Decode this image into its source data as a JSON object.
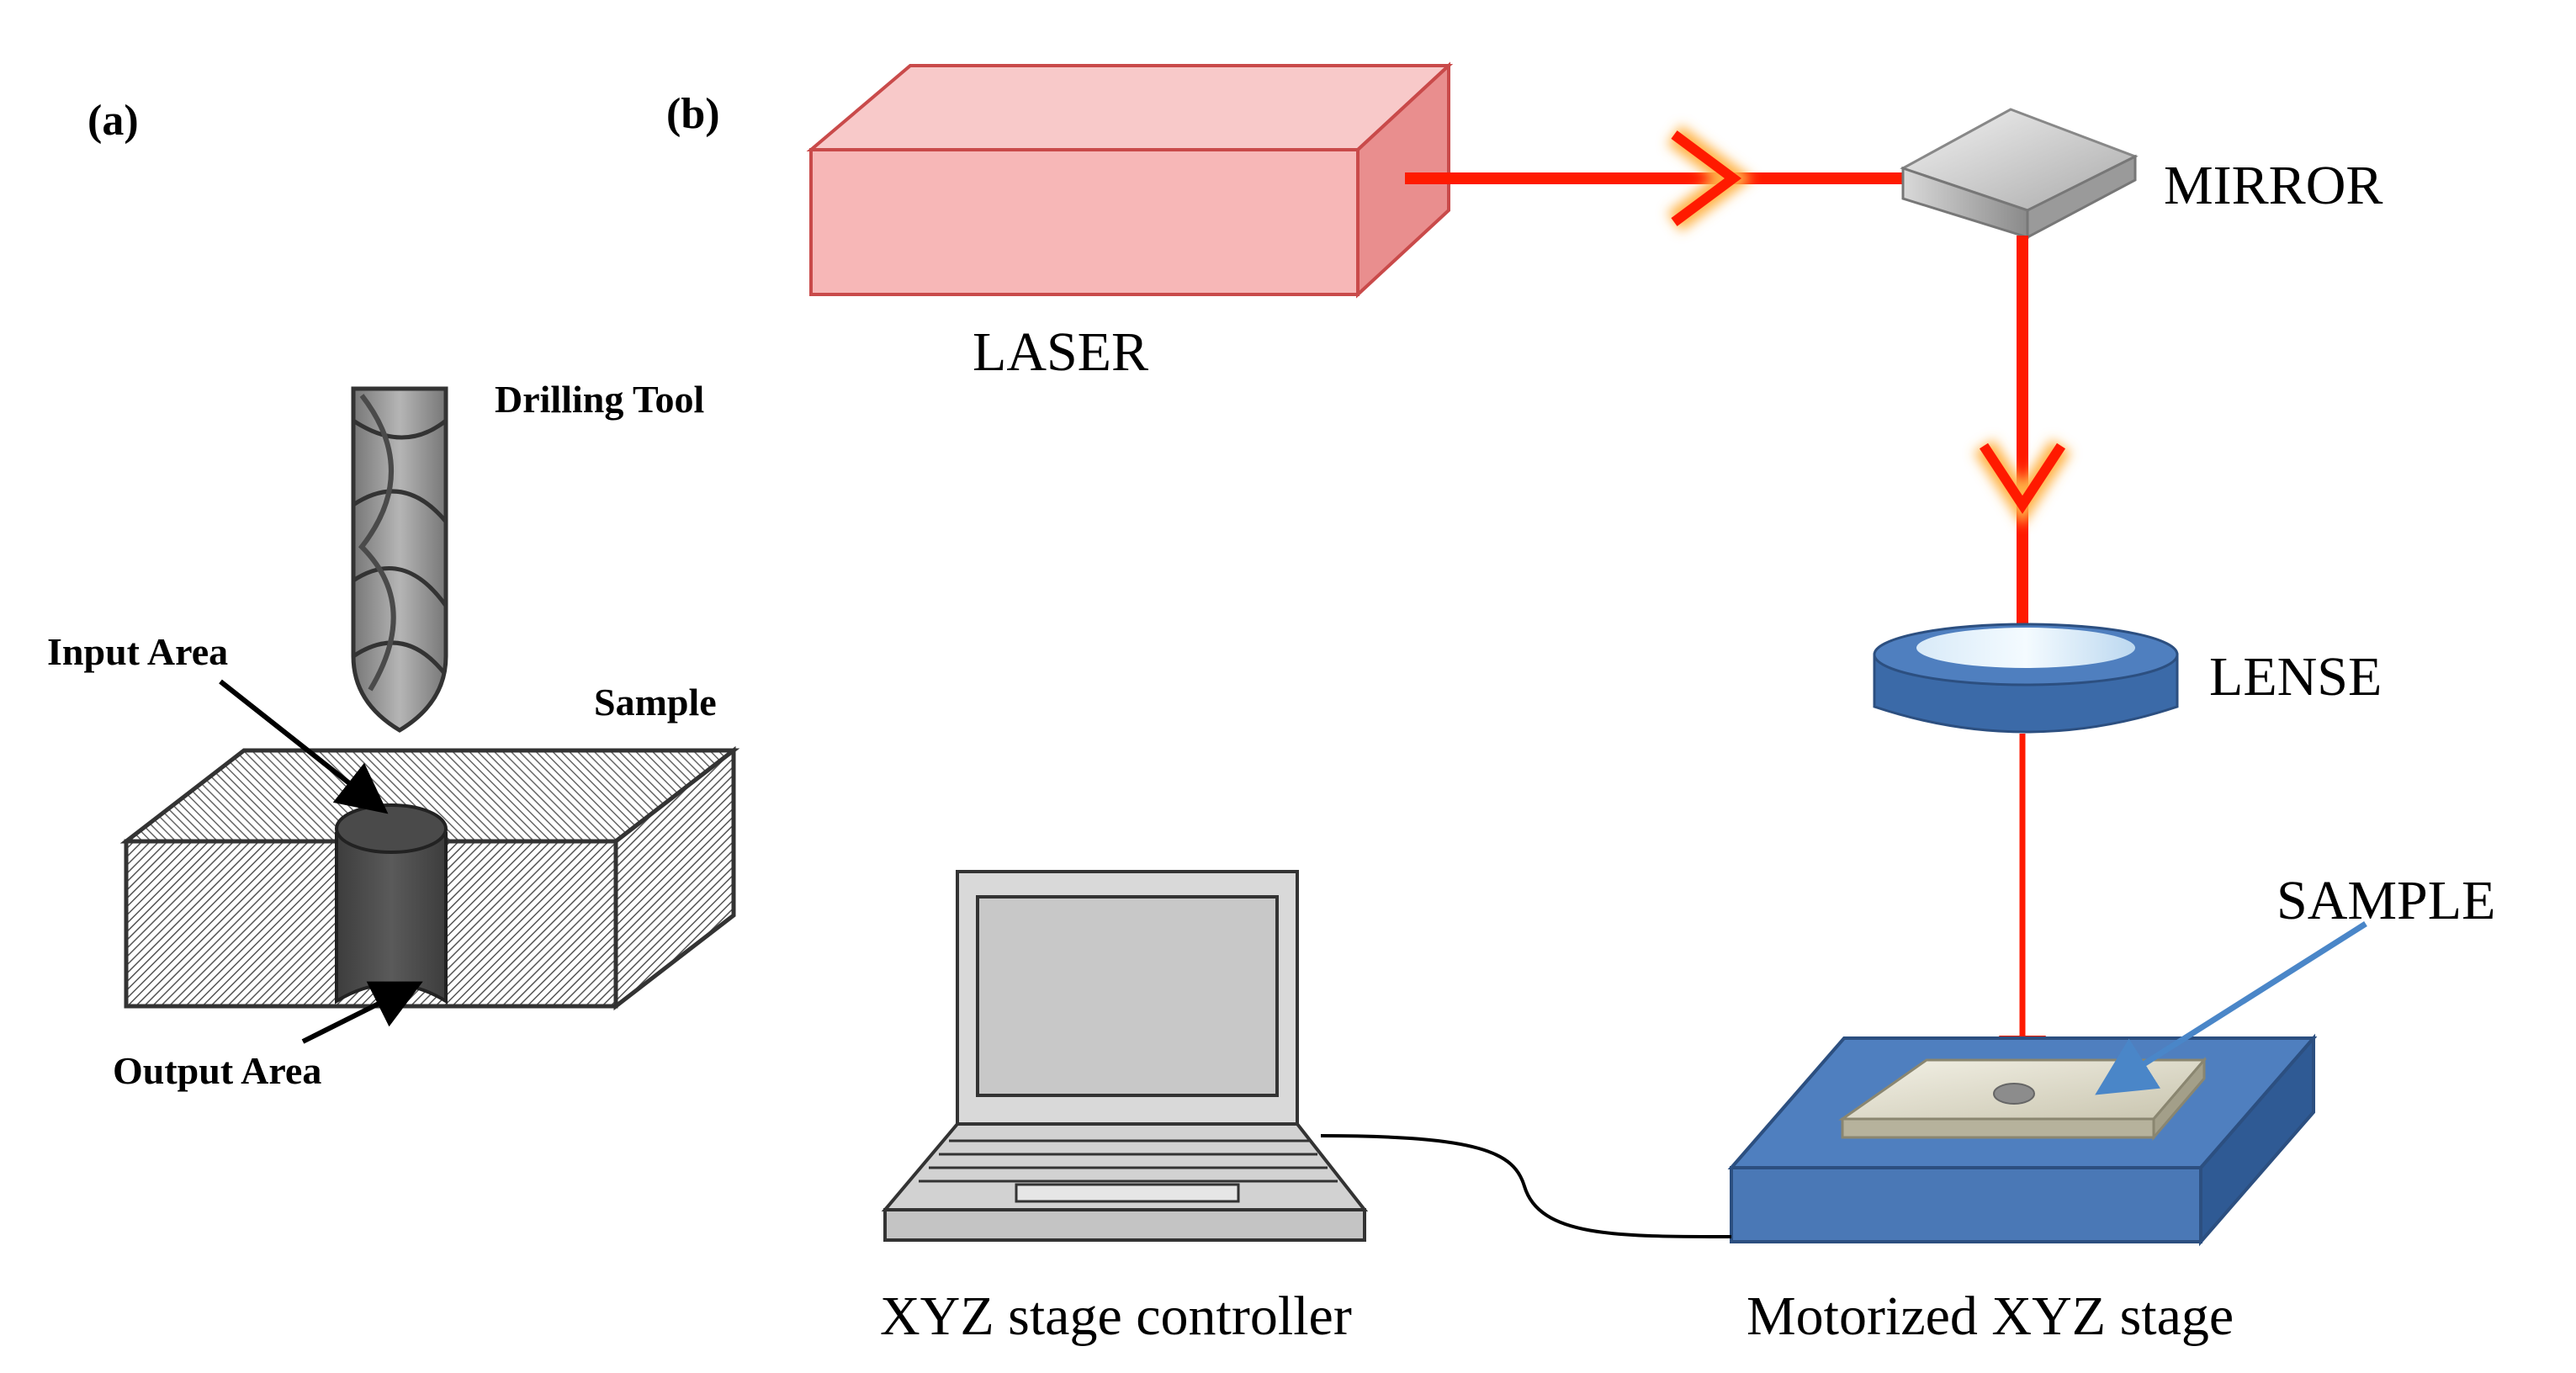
{
  "panel_a": {
    "label": "(a)",
    "drilling_tool": "Drilling Tool",
    "input_area": "Input Area",
    "sample": "Sample",
    "output_area": "Output Area"
  },
  "panel_b": {
    "label": "(b)",
    "laser": "LASER",
    "mirror": "MIRROR",
    "lense": "LENSE",
    "sample": "SAMPLE",
    "controller": "XYZ stage controller",
    "stage": "Motorized XYZ stage"
  },
  "colors": {
    "beam": "#ff1a00",
    "beam_glow": "#ffb347",
    "laser_box": "#f7b7b7",
    "stage_blue": "#4f7fbf",
    "lens_blue": "#3b6aa8",
    "sample_arrow": "#4a86c8"
  }
}
